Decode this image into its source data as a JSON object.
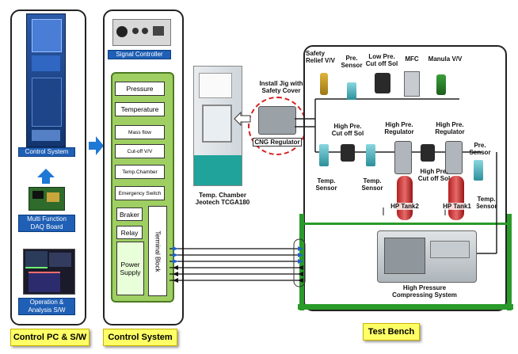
{
  "left_column": {
    "control_system_label": "Control System",
    "daq_label": "Multi Function\nDAQ Board",
    "software_label": "Operation &\nAnalysis S/W",
    "caption": "Control PC & S/W"
  },
  "middle_column": {
    "signal_controller_label": "Signal Controller",
    "items": [
      "Pressure",
      "Temperature",
      "Mass flow",
      "Cut-off V/V",
      "Temp.Chamber",
      "Emergency Switch"
    ],
    "braker": "Braker",
    "relay": "Relay",
    "power_supply": "Power\nSupply",
    "terminal_block": "Terminal Block",
    "caption": "Control System"
  },
  "chamber": {
    "install_jig_label": "Install Jig with\nSafety Cover",
    "cng_regulator_label": "CNG Regulator",
    "chamber_label": "Temp. Chamber\nJeotech TCGA180"
  },
  "test_bench": {
    "top_row": [
      "Safety\nRelief V/V",
      "Pre.\nSensor",
      "Low Pre.\nCut off Sol",
      "MFC",
      "Manula V/V"
    ],
    "mid_row": [
      "High Pre.\nCut off Sol",
      "High Pre.\nRegulator",
      "High Pre.\nRegulator",
      "Pre.\nSensor"
    ],
    "temp_sensor_1": "Temp.\nSensor",
    "temp_sensor_2": "Temp.\nSensor",
    "temp_sensor_3": "Temp.\nSensor",
    "cutoff_sol": "High Pre.\nCut off Sol",
    "hp_tank2": "HP Tank2",
    "hp_tank1": "HP Tank1",
    "compressing_label": "High Pressure\nCompressing System",
    "caption": "Test Bench"
  }
}
